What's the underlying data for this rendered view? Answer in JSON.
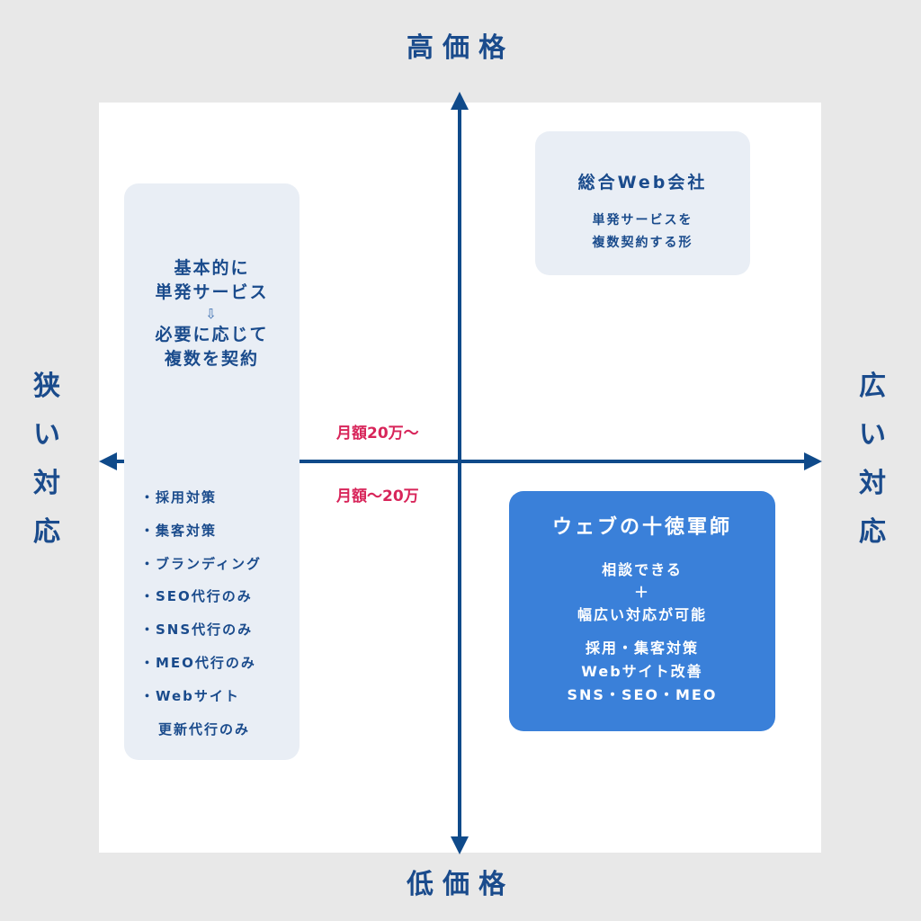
{
  "axes": {
    "top": "高価格",
    "bottom": "低価格",
    "left": "狭い対応",
    "right": "広い対応"
  },
  "left_box": {
    "heading_line1": "基本的に",
    "heading_line2": "単発サービス",
    "arrow": "⇩",
    "heading_line3": "必要に応じて",
    "heading_line4": "複数を契約",
    "items": [
      "・採用対策",
      "・集客対策",
      "・ブランディング",
      "・SEO代行のみ",
      "・SNS代行のみ",
      "・MEO代行のみ",
      "・Webサイト",
      "更新代行のみ"
    ]
  },
  "top_right_box": {
    "title": "総合Web会社",
    "line1": "単発サービスを",
    "line2": "複数契約する形"
  },
  "bottom_right_box": {
    "title": "ウェブの十徳軍師",
    "line1": "相談できる",
    "line2": "＋",
    "line3": "幅広い対応が可能",
    "line4": "採用・集客対策",
    "line5": "Webサイト改善",
    "line6": "SNS・SEO・MEO"
  },
  "price": {
    "above": "月額20万〜",
    "below": "月額〜20万"
  },
  "colors": {
    "axis": "#0f4a8a",
    "accent_text": "#d8255a",
    "highlight_box": "#3a80d9",
    "soft_box": "#e9eef5"
  }
}
